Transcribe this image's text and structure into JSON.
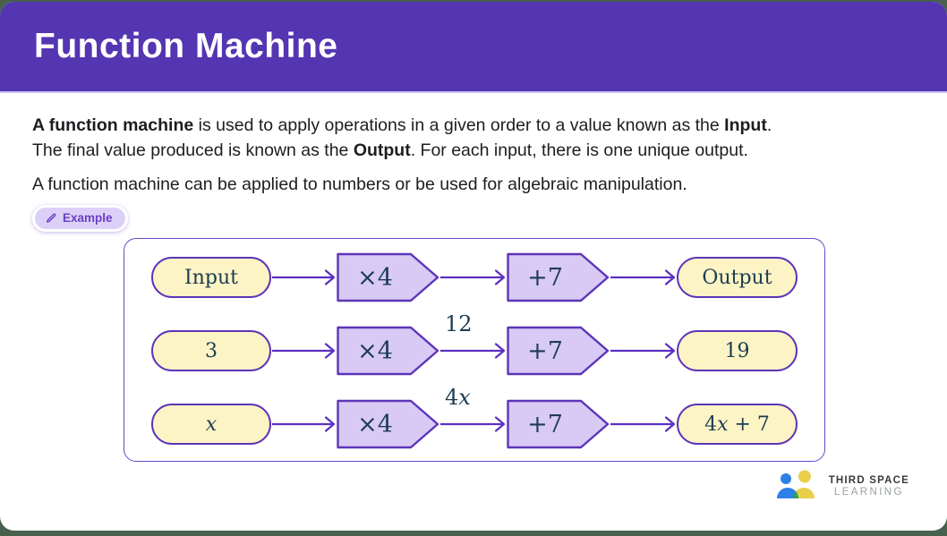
{
  "header": {
    "title": "Function Machine",
    "background_color": "#5435b2"
  },
  "intro": {
    "line1": {
      "p0": "A function machine",
      "p1": " is used to apply operations in a given order to a value known as the ",
      "p2": "Input",
      "p3": "."
    },
    "line2": {
      "p0": "The final value produced is known as the ",
      "p1": "Output",
      "p2": ". For each input, there is one unique output."
    },
    "para2": "A function machine can be applied to numbers or be used for algebraic manipulation."
  },
  "badge": {
    "label": "Example",
    "icon": "pencil-icon"
  },
  "diagram": {
    "colors": {
      "shape_border": "#5c35b8",
      "pill_fill": "#fcf4c5",
      "pentagon_fill": "#d9c9f5",
      "arrow": "#5b2fc2",
      "math_text": "#1c3c52",
      "box_border": "#6b46c8"
    },
    "rows": [
      {
        "input": "Input",
        "op1": "×4",
        "mid_label": "",
        "op2": "+7",
        "output": "Output"
      },
      {
        "input": "3",
        "op1": "×4",
        "mid_label": "12",
        "op2": "+7",
        "output": "19"
      },
      {
        "input": "x",
        "op1": "×4",
        "mid_label": "4x",
        "op2": "+7",
        "output": "4x + 7"
      }
    ]
  },
  "logo": {
    "line1": "THIRD SPACE",
    "line2": "LEARNING",
    "colors": {
      "blue": "#2e7fe8",
      "yellow": "#e8ce4a",
      "green": "#2aa45a"
    }
  }
}
